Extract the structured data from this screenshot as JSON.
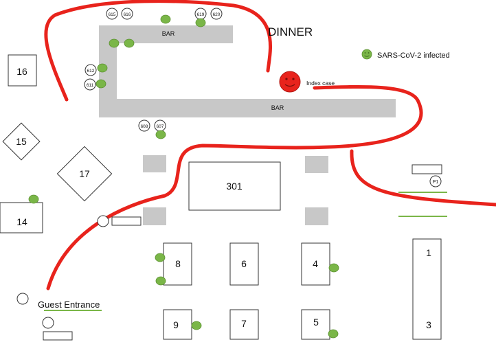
{
  "title": "DINNER",
  "legend": {
    "label": "SARS-CoV-2 infected",
    "color": "#7ab648"
  },
  "index_case": {
    "label": "Index case",
    "color": "#e8231c"
  },
  "bars": {
    "upper_label": "BAR",
    "lower_label": "BAR"
  },
  "entrance": {
    "label": "Guest Entrance"
  },
  "seats": {
    "s615": "615",
    "s616": "616",
    "s619": "619",
    "s620": "620",
    "s612": "612",
    "s611": "611",
    "s608": "608",
    "s607": "607",
    "p1": "P1"
  },
  "tables": {
    "t16": "16",
    "t15": "15",
    "t17": "17",
    "t14": "14",
    "t301": "301",
    "t8": "8",
    "t6": "6",
    "t4": "4",
    "t9": "9",
    "t7": "7",
    "t5": "5",
    "t1": "1",
    "t3": "3"
  },
  "colors": {
    "route": "#e8231c",
    "bar": "#c8c8c8",
    "infected": "#7ab648"
  }
}
